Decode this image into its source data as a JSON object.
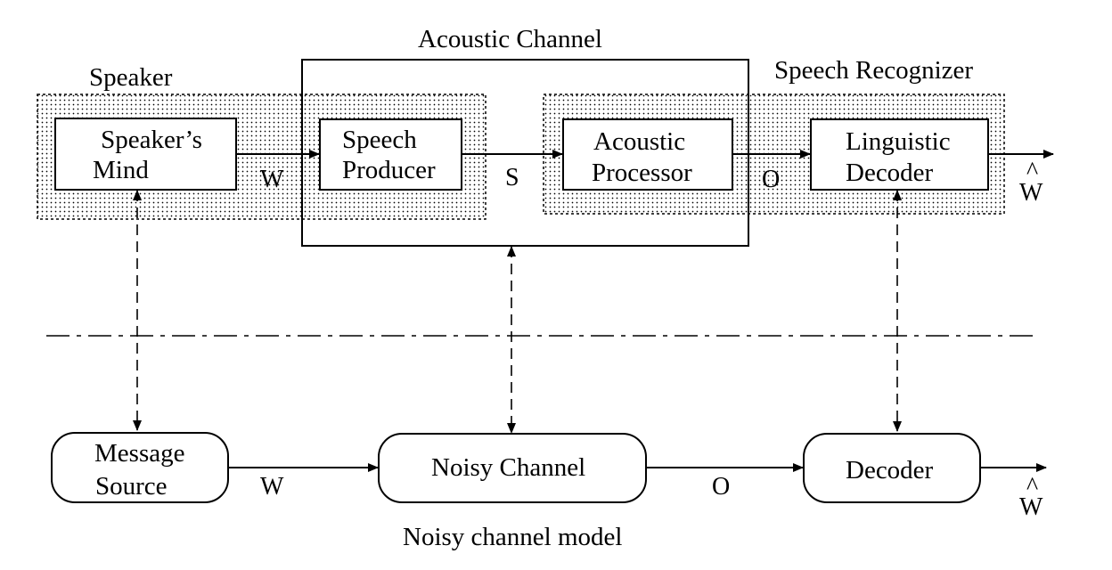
{
  "top": {
    "group_labels": {
      "speaker": "Speaker",
      "acoustic_channel": "Acoustic Channel",
      "speech_recognizer": "Speech Recognizer"
    },
    "boxes": {
      "speakers_mind": [
        "Speaker’s",
        "Mind"
      ],
      "speech_producer": [
        "Speech",
        "Producer"
      ],
      "acoustic_processor": [
        "Acoustic",
        "Processor"
      ],
      "linguistic_decoder": [
        "Linguistic",
        "Decoder"
      ]
    },
    "signals": {
      "w": "W",
      "s": "S",
      "o": "O",
      "w_hat_base": "W",
      "w_hat_accent": "^"
    }
  },
  "bottom": {
    "boxes": {
      "message_source": [
        "Message",
        "Source"
      ],
      "noisy_channel": "Noisy Channel",
      "decoder": "Decoder"
    },
    "signals": {
      "w": "W",
      "o": "O",
      "w_hat_base": "W",
      "w_hat_accent": "^"
    },
    "caption": "Noisy channel model"
  }
}
